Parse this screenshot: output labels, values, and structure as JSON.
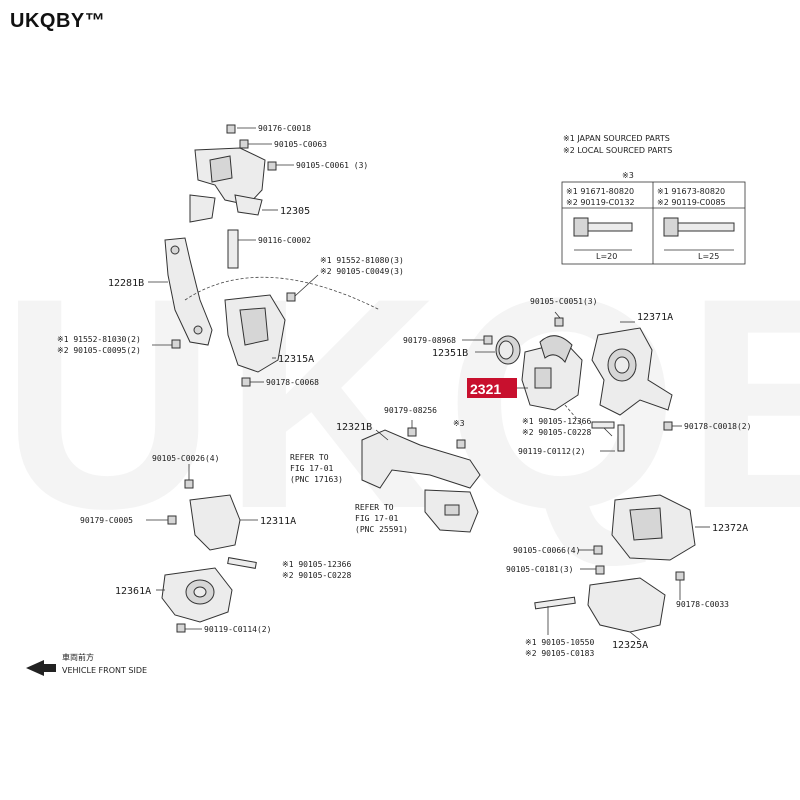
{
  "brand": "UKQBY™",
  "watermark": "UKQBY™",
  "highlight_label": "2321",
  "legend": {
    "note1": "※1 JAPAN SOURCED PARTS",
    "note2": "※2 LOCAL SOURCED PARTS",
    "table_title": "※3",
    "col1_row1": "※1 91671-80820",
    "col1_row2": "※2 90119-C0132",
    "col1_len": "L=20",
    "col2_row1": "※1 91673-80820",
    "col2_row2": "※2 90119-C0085",
    "col2_len": "L=25"
  },
  "labels": {
    "p90176_c0018_top": "90176-C0018",
    "p90105_c0063": "90105-C0063",
    "p90105_c0061": "90105-C0061 (3)",
    "p12305": "12305",
    "p90116_c0002": "90116-C0002",
    "p12281b": "12281B",
    "p91552_81080": "※1 91552-81080(3)",
    "p290105_c0049": "※2 90105-C0049(3)",
    "p91552_81030": "※1 91552-81030(2)",
    "p290105_c0095": "※2 90105-C0095(2)",
    "p12315a": "12315A",
    "p90178_c0068": "90178-C0068",
    "p90105_c0051": "90105-C0051(3)",
    "p90179_08968": "90179-08968",
    "p12351b": "12351B",
    "p12371a": "12371A",
    "p190105_12366_r": "※1 90105-12366",
    "p290105_c0228_r": "※2 90105-C0228",
    "p90178_c0018_r": "90178-C0018(2)",
    "p90119_c0112": "90119-C0112(2)",
    "p90179_08256": "90179-08256",
    "p12321b": "12321B",
    "p3": "※3",
    "refer1_a": "REFER TO",
    "refer1_b": "FIG 17-01",
    "refer1_c": "(PNC 17163)",
    "refer2_a": "REFER TO",
    "refer2_b": "FIG 17-01",
    "refer2_c": "(PNC 25591)",
    "p90105_c0026": "90105-C0026(4)",
    "p90179_c0005": "90179-C0005",
    "p12311a": "12311A",
    "p190105_12366_l": "※1 90105-12366",
    "p290105_c0228_l": "※2 90105-C0228",
    "p12361a": "12361A",
    "p90119_c0114": "90119-C0114(2)",
    "p12372a": "12372A",
    "p90105_c0066": "90105-C0066(4)",
    "p90105_c0181": "90105-C0181(3)",
    "p90178_c0033": "90178-C0033",
    "p190105_10550": "※1 90105-10550",
    "p290105_c0183": "※2 90105-C0183",
    "p12325a": "12325A"
  },
  "vehicle_front_jp": "車両前方",
  "vehicle_front": "VEHICLE FRONT SIDE"
}
